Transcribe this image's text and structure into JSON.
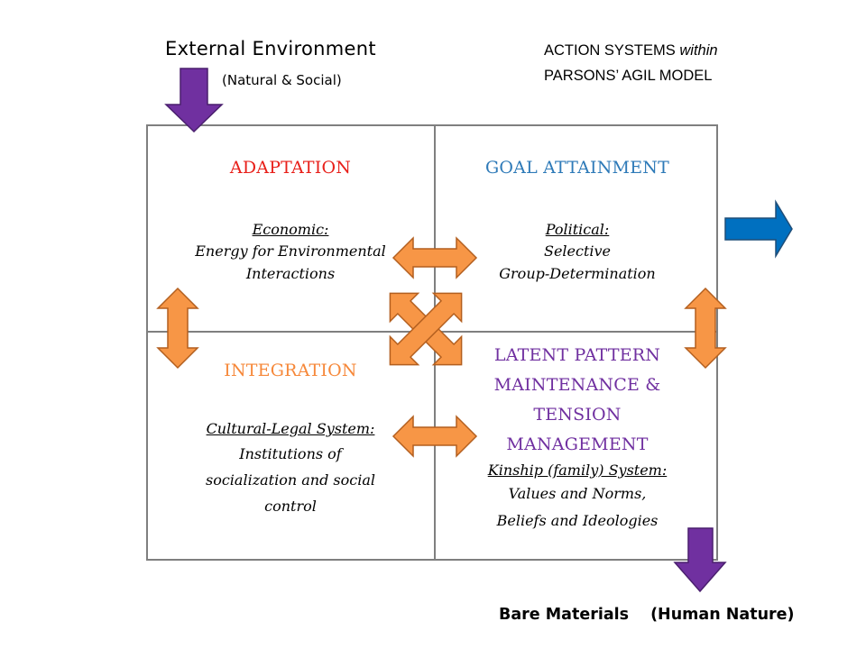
{
  "external": {
    "title": "External Environment",
    "subtitle": "(Natural & Social)"
  },
  "system_title": {
    "line1_prefix": "ACTION SYSTEMS ",
    "line1_italic": "within",
    "line2": "PARSONS’ AGIL MODEL"
  },
  "quadrants": {
    "adaptation": {
      "heading": "ADAPTATION",
      "subheading": "Economic:",
      "lines": [
        "Energy for Environmental",
        "Interactions"
      ],
      "color": "#e8201a"
    },
    "goal": {
      "heading": "GOAL ATTAINMENT",
      "subheading": "Political:",
      "lines": [
        "Selective",
        "Group-Determination"
      ],
      "color": "#2e7ab8"
    },
    "integration": {
      "heading": "INTEGRATION",
      "subheading": "Cultural-Legal System:",
      "lines": [
        "Institutions of",
        "socialization and social",
        "control"
      ],
      "color": "#f6883a"
    },
    "latency": {
      "heading_lines": [
        "LATENT PATTERN",
        "MAINTENANCE &",
        "TENSION",
        "MANAGEMENT"
      ],
      "subheading": "Kinship (family) System:",
      "lines": [
        "Values and Norms,",
        "Beliefs and Ideologies"
      ],
      "color": "#7030a0"
    }
  },
  "bottom": {
    "left": "Bare Materials",
    "right": "(Human Nature)"
  },
  "colors": {
    "arrow_orange": "#f79646",
    "arrow_orange_border": "#b35f1f",
    "arrow_purple": "#7030a0",
    "arrow_purple_border": "#4a1f6e",
    "arrow_blue": "#0070c0",
    "arrow_blue_border": "#1f4e79",
    "grid_border": "#7f7f7f"
  }
}
